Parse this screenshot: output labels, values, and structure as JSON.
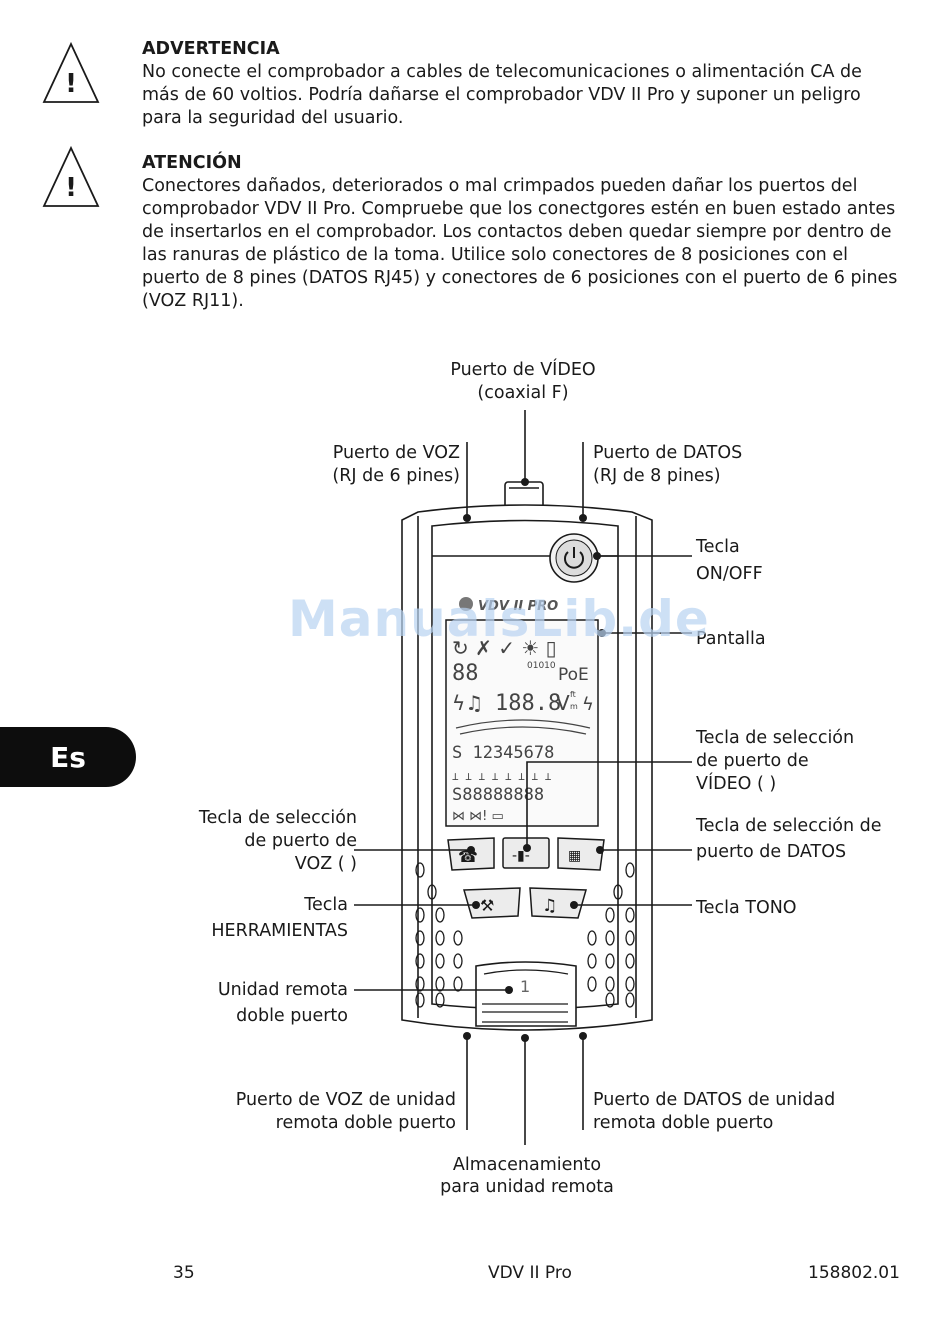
{
  "warning": {
    "title": "ADVERTENCIA",
    "text": "No conecte el comprobador a cables de telecomunicaciones o alimentación CA de más de 60 voltios. Podría dañarse el comprobador VDV II Pro y suponer un peligro para la seguridad del usuario.",
    "icon": "warning-triangle-icon"
  },
  "caution": {
    "title": "ATENCIÓN",
    "text": "Conectores dañados, deteriorados o mal crimpados pueden dañar los puertos del comprobador VDV II Pro. Compruebe que los conectgores estén en buen estado antes de insertarlos en el comprobador. Los contactos deben quedar siempre por dentro de las ranuras de plástico de la toma. Utilice solo conectores de 8 posiciones con el puerto de 8 pines (DATOS RJ45) y conectores de 6 posiciones con el puerto de 6 pines (VOZ RJ11).",
    "icon": "warning-triangle-icon"
  },
  "labels": {
    "video_port": [
      "Puerto de VÍDEO",
      "(coaxial F)"
    ],
    "voice_port": [
      "Puerto de VOZ",
      "(RJ de 6 pines)"
    ],
    "data_port": [
      "Puerto de DATOS",
      "(RJ de 8 pines)"
    ],
    "onoff_key": [
      "Tecla",
      "ON/OFF"
    ],
    "screen": [
      "Pantalla"
    ],
    "video_select_key": [
      "Tecla de selección",
      "de puerto de",
      "VÍDEO (    )"
    ],
    "voice_select_key": [
      "Tecla de selección",
      "de puerto de",
      "VOZ (    )"
    ],
    "data_select_key": [
      "Tecla de selección de",
      "puerto de DATOS"
    ],
    "tools_key": [
      "Tecla",
      "HERRAMIENTAS"
    ],
    "tone_key": [
      "Tecla TONO"
    ],
    "remote_unit": [
      "Unidad remota",
      "doble puerto"
    ],
    "remote_voice_port": [
      "Puerto de VOZ de unidad",
      "remota doble puerto"
    ],
    "remote_data_port": [
      "Puerto de DATOS de unidad",
      "remota doble puerto"
    ],
    "remote_storage": [
      "Almacenamiento",
      "para unidad remota"
    ]
  },
  "device": {
    "brand": "VDV II PRO",
    "lcd_poe": "PoE",
    "lcd_binary": "01010",
    "lcd_digits_top": "88",
    "lcd_digits_mid": "188.8",
    "lcd_unit": "V",
    "lcd_unit_ft": "ft",
    "lcd_unit_m": "m",
    "lcd_pins": "S 12345678",
    "lcd_pins_bottom": "S88888888",
    "remote_number": "1"
  },
  "watermark": "ManualsLib.de",
  "language_tab": "Es",
  "footer": {
    "page": "35",
    "product": "VDV II Pro",
    "code": "158802.01"
  }
}
